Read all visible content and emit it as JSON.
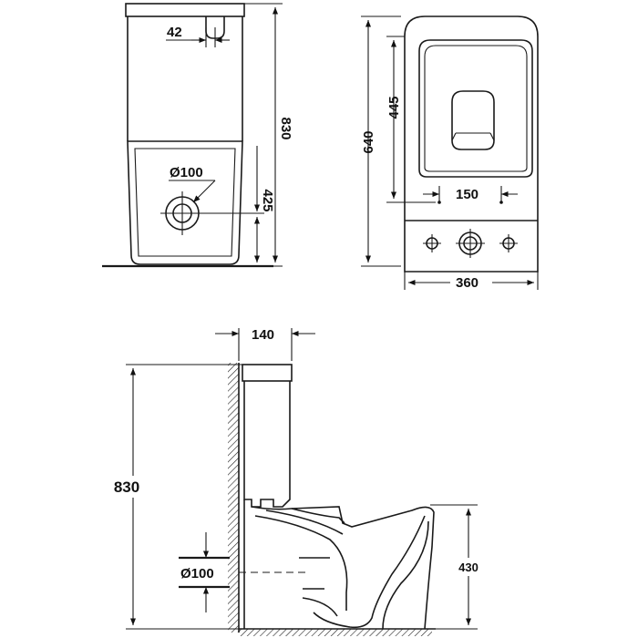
{
  "front_view": {
    "cistern_outlet_width": "42",
    "total_height": "830",
    "drain_height": "425",
    "drain_diameter": "Ø100"
  },
  "top_view": {
    "depth": "640",
    "bowl_depth": "445",
    "bolt_spacing": "150",
    "width": "360"
  },
  "side_view": {
    "wall_offset": "140",
    "total_height": "830",
    "drain_diameter": "Ø100",
    "seat_height": "430"
  }
}
